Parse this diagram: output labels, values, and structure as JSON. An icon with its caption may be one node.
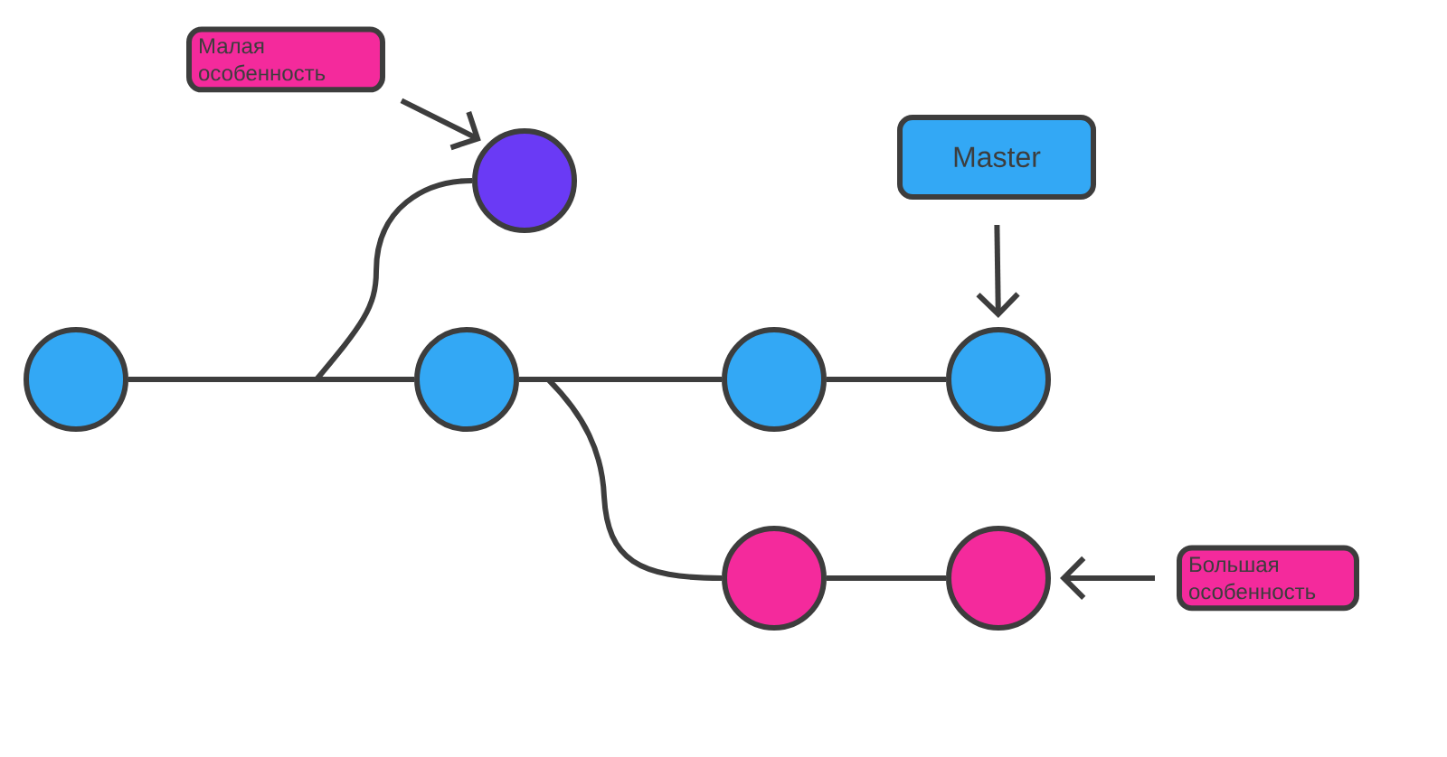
{
  "diagram": {
    "nodes": [
      {
        "text": [
          "Малая особенность"
        ]
      },
      {
        "text": [],
        "shape": "circle"
      },
      {
        "text": [
          "Master"
        ]
      },
      {
        "text": [],
        "shape": "circle"
      },
      {
        "text": [],
        "shape": "circle"
      },
      {
        "text": [],
        "shape": "circle"
      },
      {
        "text": [],
        "shape": "circle"
      },
      {
        "text": [],
        "shape": "circle"
      },
      {
        "text": [],
        "shape": "circle"
      },
      {
        "text": [
          "Большая особенность"
        ]
      }
    ],
    "edges": [
      {
        "from": 0,
        "to": 1,
        "arrow": "to"
      },
      {
        "from": 2,
        "to": 6,
        "arrow": "to"
      },
      {
        "from": 9,
        "to": 8,
        "arrow": "to"
      },
      {
        "from": 3,
        "to": 4,
        "arrow": "none"
      },
      {
        "from": 3,
        "to": 1,
        "arrow": "none"
      },
      {
        "from": 4,
        "to": 5,
        "arrow": "none"
      },
      {
        "from": 5,
        "to": 6,
        "arrow": "none"
      },
      {
        "from": 4,
        "to": 7,
        "arrow": "none"
      },
      {
        "from": 7,
        "to": 8,
        "arrow": "none"
      }
    ]
  }
}
